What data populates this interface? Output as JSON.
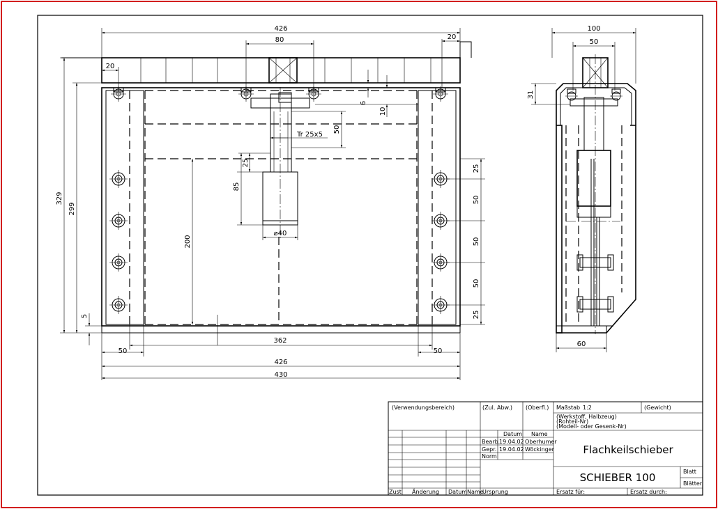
{
  "drawing": {
    "front_view": {
      "dims": {
        "top_width": "426",
        "top_right": "20",
        "spindle_width": "80",
        "left_offset": "20",
        "height_total": "329",
        "height_inner": "299",
        "plate_gap": "6",
        "bolt_gap": "10",
        "thread_label": "Tr 25x5",
        "thread_length": "50",
        "nut_offset": "25",
        "nut_height": "85",
        "diameter_label": "⌀40",
        "stroke": "200",
        "base_offset": "5",
        "inner_width": "362",
        "left_margin": "50",
        "right_margin": "50",
        "bottom_width": "426",
        "overall_width": "430",
        "right_pitch": [
          "25",
          "50",
          "50",
          "50",
          "25"
        ]
      }
    },
    "side_view": {
      "dims": {
        "width": "100",
        "inner": "50",
        "top_height": "31",
        "base": "60"
      }
    }
  },
  "title_block": {
    "usage_area": "(Verwendungsbereich)",
    "tolerance": "(Zul. Abw.)",
    "surface": "(Oberfl.)",
    "scale_label": "Maßstab",
    "scale_value": "1:2",
    "weight": "(Gewicht)",
    "material_line1": "(Werkstoff, Halbzeug)",
    "material_line2": "(Rohteil-Nr)",
    "material_line3": "(Modell- oder Gesenk-Nr)",
    "col_date": "Datum",
    "col_name": "Name",
    "row_bearb": "Bearb.",
    "row_gepr": "Gepr.",
    "row_norm": "Norm",
    "bearb_date": "19.04.02",
    "bearb_name": "Oberhumer",
    "gepr_date": "19.04.02",
    "gepr_name": "Wöckinger",
    "title": "Flachkeilschieber",
    "drawing_no": "SCHIEBER 100",
    "sheet": "Blatt",
    "sheets": "Blätter",
    "rev_zust": "Zust",
    "rev_change": "Änderung",
    "rev_date": "Datum",
    "rev_name": "Name",
    "origin": "Ursprung",
    "replaces": "Ersatz für:",
    "replaced_by": "Ersatz durch:"
  }
}
